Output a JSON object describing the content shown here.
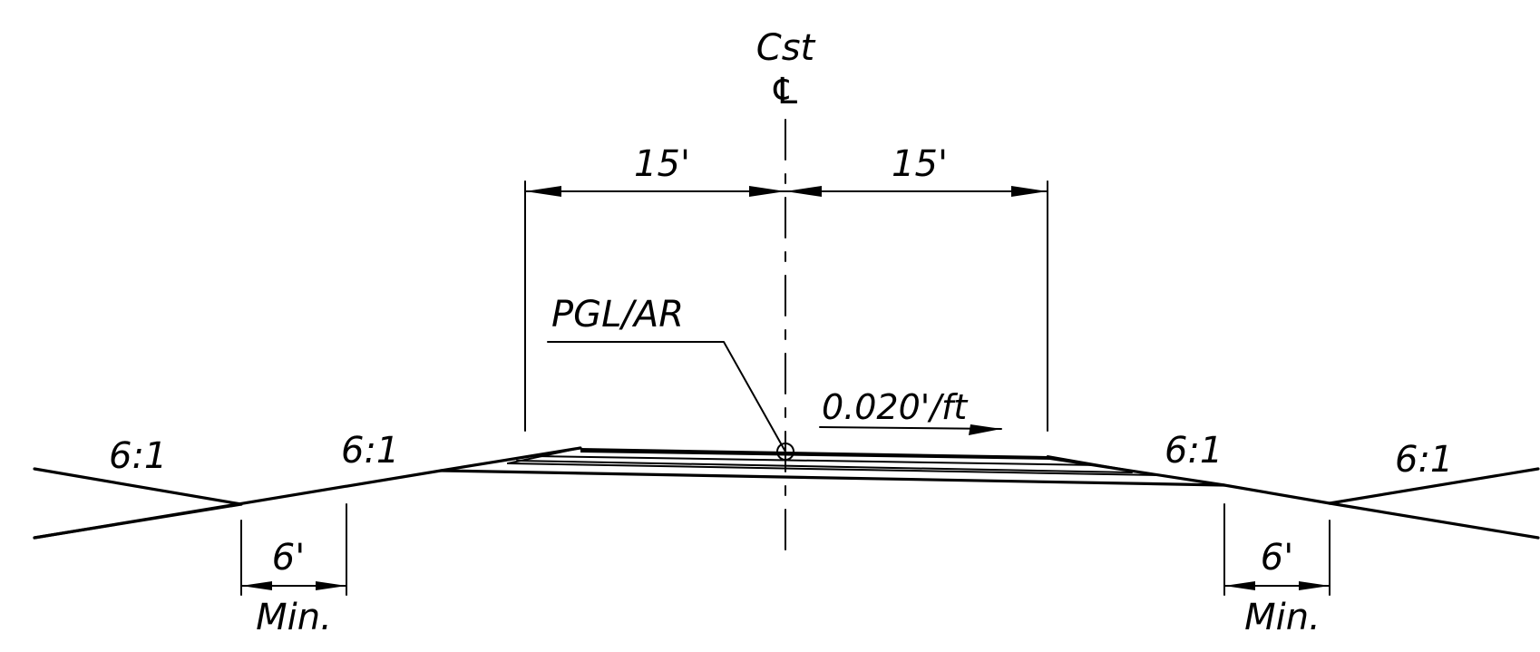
{
  "centerline": {
    "label_top": "Cst",
    "label_symbol": "℄"
  },
  "dimensions": {
    "left_width": "15'",
    "right_width": "15'",
    "left_offset": "6'",
    "right_offset": "6'",
    "left_offset_note": "Min.",
    "right_offset_note": "Min."
  },
  "callouts": {
    "profile_grade": "PGL/AR",
    "cross_slope": "0.020'/ft"
  },
  "slopes": {
    "far_left": "6:1",
    "inner_left": "6:1",
    "inner_right": "6:1",
    "far_right": "6:1"
  },
  "colors": {
    "line": "#000000",
    "background": "#ffffff"
  }
}
